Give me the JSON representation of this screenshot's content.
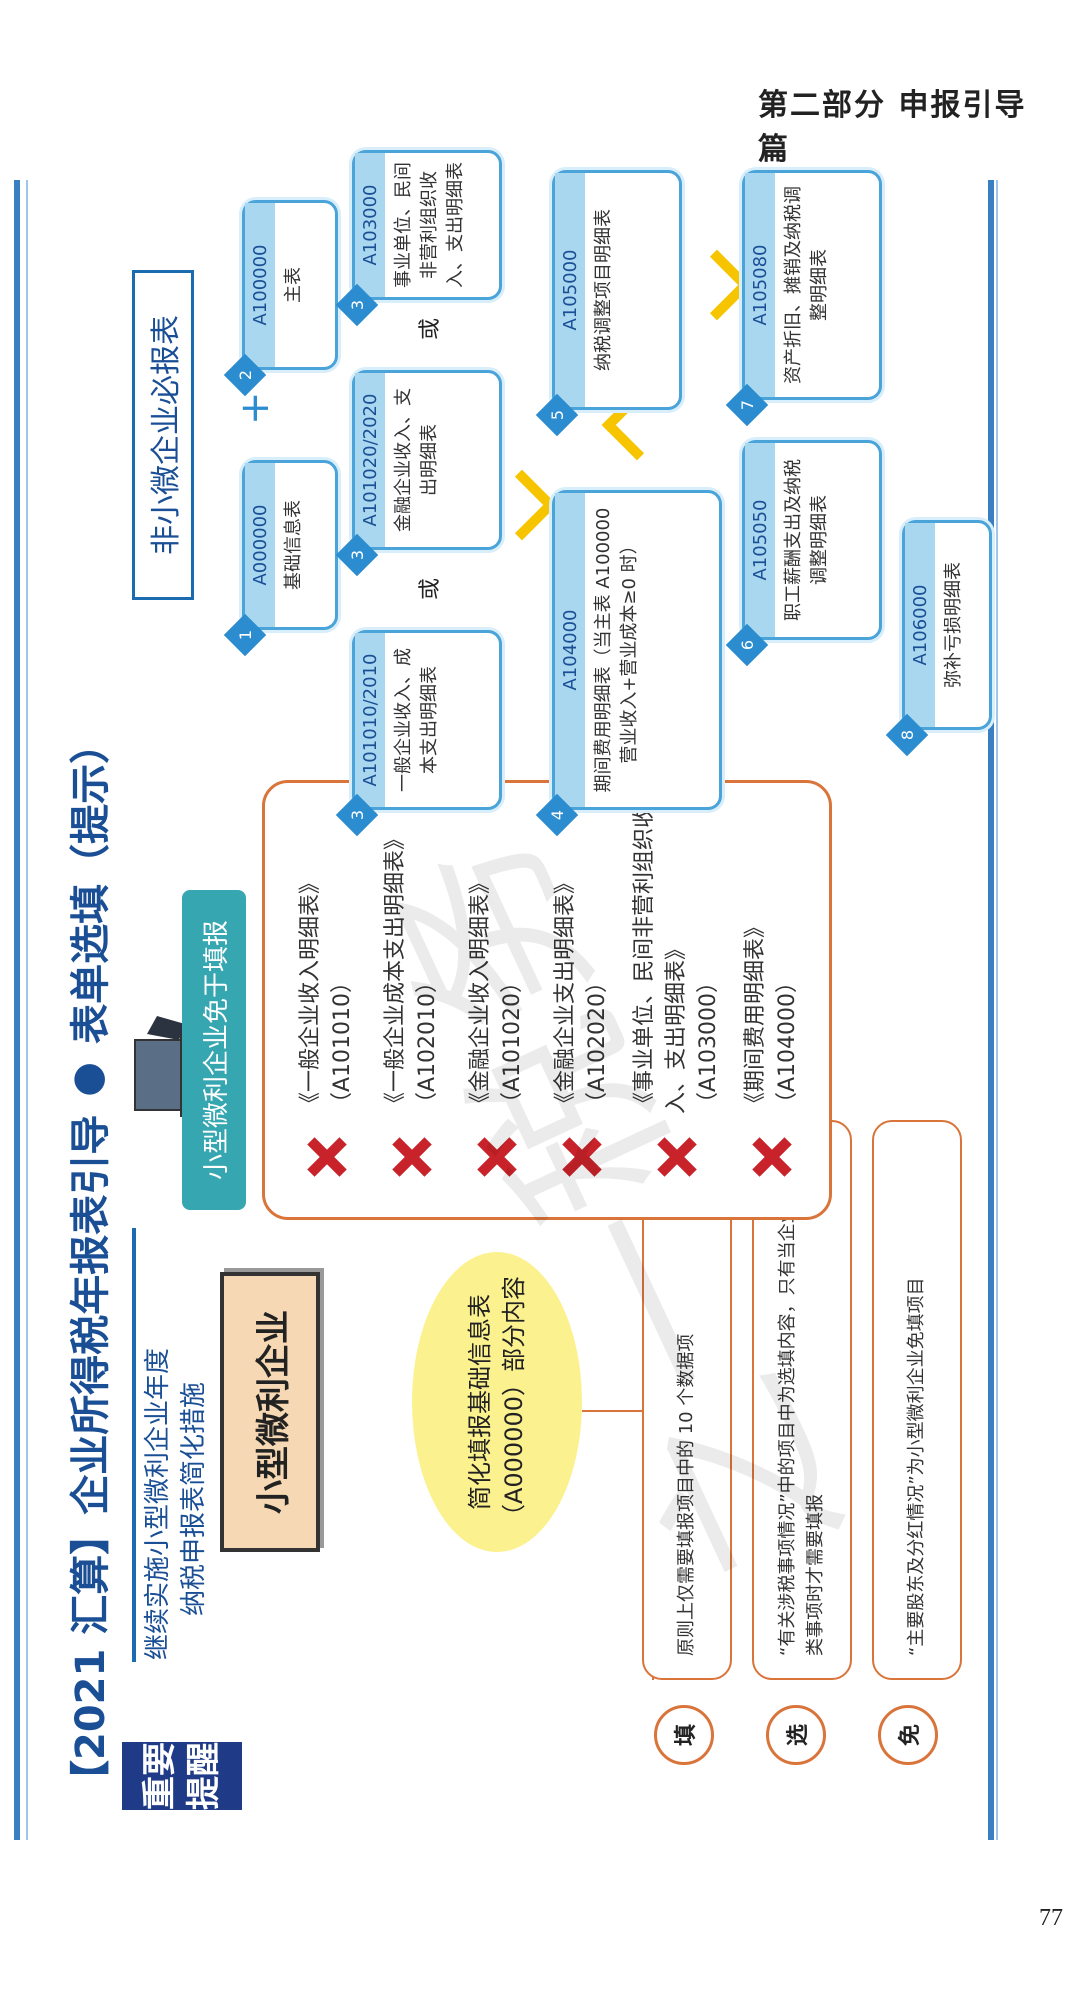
{
  "header": {
    "section": "第二部分  申报引导篇"
  },
  "page_number": "77",
  "title": {
    "prefix": "【2021 汇算】",
    "main": "企业所得税年报表引导",
    "dot": "●",
    "sub": "表单选填（提示）"
  },
  "reminder": {
    "badge_line1": "重要",
    "badge_line2": "提醒",
    "note_line1": "继续实施小型微利企业年度",
    "note_line2": "纳税申报表简化措施",
    "small_firm": "小型微利企业",
    "oval_line1": "简化填报基础信息表",
    "oval_line2": "（A000000）部分内容",
    "items": [
      {
        "tag": "填",
        "text": "原则上仅需要填报项目中的 10 个数据项"
      },
      {
        "tag": "选",
        "text": "“有关涉税事项情况”中的项目中为选填内容，只有当企业发生这类事项时才需要填报"
      },
      {
        "tag": "免",
        "text": "“主要股东及分红情况”为小型微利企业免填项目"
      }
    ]
  },
  "exempt": {
    "header": "小型微利企业免于填报",
    "items": [
      {
        "name": "《一般企业收入明细表》",
        "code": "（A101010）"
      },
      {
        "name": "《一般企业成本支出明细表》",
        "code": "（A102010）"
      },
      {
        "name": "《金融企业收入明细表》",
        "code": "（A101020）"
      },
      {
        "name": "《金融企业支出明细表》",
        "code": "（A102020）"
      },
      {
        "name": "《事业单位、民间非营利组织收入、支出明细表》",
        "code": "（A103000）"
      },
      {
        "name": "《期间费用明细表》",
        "code": "（A104000）"
      }
    ]
  },
  "flow": {
    "header": "非小微企业必报表",
    "or_label": "或",
    "plus": "+",
    "cards": [
      {
        "num": "1",
        "code": "A000000",
        "desc": "基础信息表"
      },
      {
        "num": "2",
        "code": "A100000",
        "desc": "主表"
      },
      {
        "num": "3",
        "code": "A101010/2010",
        "desc": "一般企业收入、成本支出明细表"
      },
      {
        "num": "3",
        "code": "A101020/2020",
        "desc": "金融企业收入、支出明细表"
      },
      {
        "num": "3",
        "code": "A103000",
        "desc": "事业单位、民间非营利组织收入、支出明细表"
      },
      {
        "num": "4",
        "code": "A104000",
        "desc": "期间费用明细表（当主表 A100000 营业收入+营业成本≥0 时）"
      },
      {
        "num": "5",
        "code": "A105000",
        "desc": "纳税调整项目明细表"
      },
      {
        "num": "6",
        "code": "A105050",
        "desc": "职工薪酬支出及纳税调整明细表"
      },
      {
        "num": "7",
        "code": "A105080",
        "desc": "资产折旧、摊销及纳税调整明细表"
      },
      {
        "num": "8",
        "code": "A106000",
        "desc": "弥补亏损明细表"
      }
    ]
  },
  "watermark": "之一税务"
}
